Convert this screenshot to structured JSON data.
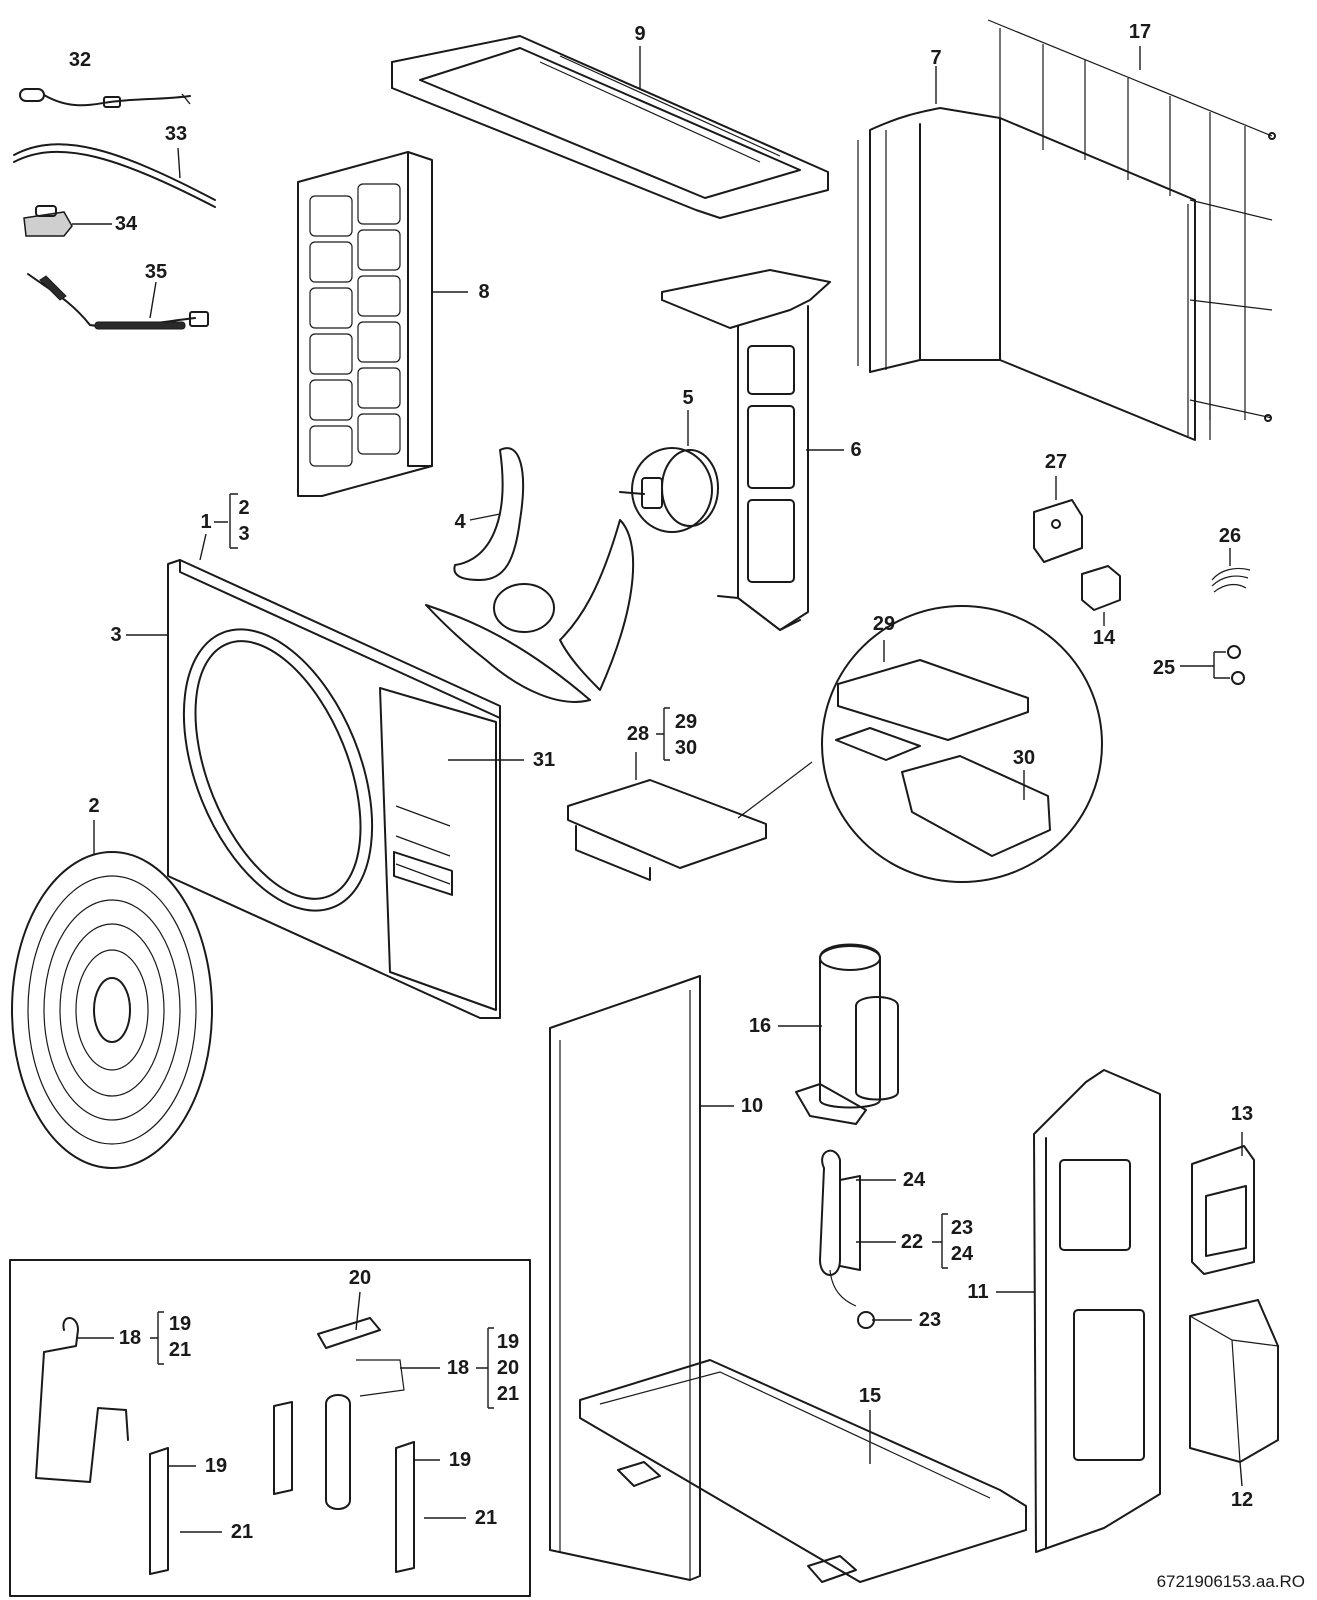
{
  "figure": {
    "document_code": "6721906153.aa.RO",
    "callouts": [
      {
        "id": "c32",
        "text": "32"
      },
      {
        "id": "c33",
        "text": "33"
      },
      {
        "id": "c34",
        "text": "34"
      },
      {
        "id": "c35",
        "text": "35"
      },
      {
        "id": "c9",
        "text": "9"
      },
      {
        "id": "c17",
        "text": "17"
      },
      {
        "id": "c7",
        "text": "7"
      },
      {
        "id": "c8",
        "text": "8"
      },
      {
        "id": "c5",
        "text": "5"
      },
      {
        "id": "c6",
        "text": "6"
      },
      {
        "id": "c4",
        "text": "4"
      },
      {
        "id": "c1",
        "text": "1"
      },
      {
        "id": "c1a",
        "text": "2"
      },
      {
        "id": "c1b",
        "text": "3"
      },
      {
        "id": "c3",
        "text": "3"
      },
      {
        "id": "c27",
        "text": "27"
      },
      {
        "id": "c26",
        "text": "26"
      },
      {
        "id": "c14",
        "text": "14"
      },
      {
        "id": "c25",
        "text": "25"
      },
      {
        "id": "c29top",
        "text": "29"
      },
      {
        "id": "c28",
        "text": "28"
      },
      {
        "id": "c28a",
        "text": "29"
      },
      {
        "id": "c28b",
        "text": "30"
      },
      {
        "id": "c31",
        "text": "31"
      },
      {
        "id": "c30",
        "text": "30"
      },
      {
        "id": "c2",
        "text": "2"
      },
      {
        "id": "c16",
        "text": "16"
      },
      {
        "id": "c10",
        "text": "10"
      },
      {
        "id": "c13",
        "text": "13"
      },
      {
        "id": "c24",
        "text": "24"
      },
      {
        "id": "c22",
        "text": "22"
      },
      {
        "id": "c22a",
        "text": "23"
      },
      {
        "id": "c22b",
        "text": "24"
      },
      {
        "id": "c11",
        "text": "11"
      },
      {
        "id": "c23",
        "text": "23"
      },
      {
        "id": "c20",
        "text": "20"
      },
      {
        "id": "c18l",
        "text": "18"
      },
      {
        "id": "c18la",
        "text": "19"
      },
      {
        "id": "c18lb",
        "text": "21"
      },
      {
        "id": "c18r",
        "text": "18"
      },
      {
        "id": "c18ra",
        "text": "19"
      },
      {
        "id": "c18rb",
        "text": "20"
      },
      {
        "id": "c18rc",
        "text": "21"
      },
      {
        "id": "c15",
        "text": "15"
      },
      {
        "id": "c19l",
        "text": "19"
      },
      {
        "id": "c19r",
        "text": "19"
      },
      {
        "id": "c21l",
        "text": "21"
      },
      {
        "id": "c21r",
        "text": "21"
      },
      {
        "id": "c12",
        "text": "12"
      }
    ]
  }
}
